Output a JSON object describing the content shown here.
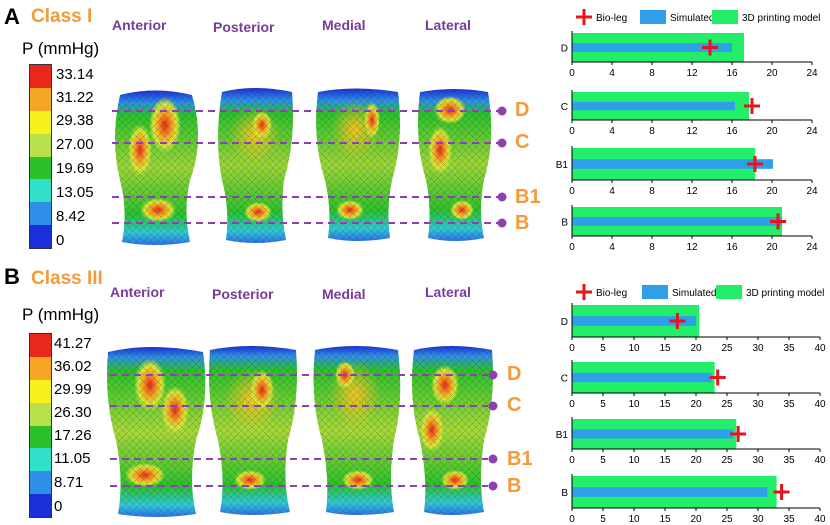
{
  "panels": [
    {
      "letter": "A",
      "class_title": "Class I",
      "views": [
        "Anterior",
        "Posterior",
        "Medial",
        "Lateral"
      ],
      "pressure_title": "P (mmHg)",
      "colorbar": {
        "labels": [
          "33.14",
          "31.22",
          "29.38",
          "27.00",
          "19.69",
          "13.05",
          "8.42",
          "0"
        ],
        "colors": [
          "#e8271d",
          "#f5a623",
          "#f7f01c",
          "#b8e04a",
          "#2cc02c",
          "#30e0c8",
          "#2f8fe8",
          "#1a2fd8"
        ]
      },
      "levels": [
        "D",
        "C",
        "B1",
        "B"
      ],
      "chart_data": {
        "type": "bar",
        "orientation": "horizontal",
        "categories": [
          "D",
          "C",
          "B1",
          "B"
        ],
        "legend": [
          "Bio-leg",
          "Simulated",
          "3D printing model"
        ],
        "legend_position": "top",
        "series": [
          {
            "name": "3D printing model",
            "color": "#22ee6a",
            "values": [
              17.2,
              17.7,
              18.3,
              21.0
            ]
          },
          {
            "name": "Simulated",
            "color": "#2e9fe8",
            "values": [
              16.0,
              16.3,
              20.1,
              21.0
            ]
          },
          {
            "name": "Bio-leg",
            "color": "#e8141c",
            "marker": "plus",
            "values": [
              13.8,
              18.0,
              18.3,
              20.6
            ]
          }
        ],
        "xlim": [
          0,
          24
        ],
        "xticks": [
          "0",
          "4",
          "8",
          "12",
          "16",
          "20",
          "24"
        ],
        "grid": false
      }
    },
    {
      "letter": "B",
      "class_title": "Class III",
      "views": [
        "Anterior",
        "Posterior",
        "Medial",
        "Lateral"
      ],
      "pressure_title": "P (mmHg)",
      "colorbar": {
        "labels": [
          "41.27",
          "36.02",
          "29.99",
          "26.30",
          "17.26",
          "11.05",
          "8.71",
          "0"
        ],
        "colors": [
          "#e8271d",
          "#f5a623",
          "#f7f01c",
          "#b8e04a",
          "#2cc02c",
          "#30e0c8",
          "#2f8fe8",
          "#1a2fd8"
        ]
      },
      "levels": [
        "D",
        "C",
        "B1",
        "B"
      ],
      "chart_data": {
        "type": "bar",
        "orientation": "horizontal",
        "categories": [
          "D",
          "C",
          "B1",
          "B"
        ],
        "legend": [
          "Bio-leg",
          "Simulated",
          "3D printing model"
        ],
        "legend_position": "top",
        "series": [
          {
            "name": "3D printing model",
            "color": "#22ee6a",
            "values": [
              20.5,
              23.0,
              26.5,
              33.0
            ]
          },
          {
            "name": "Simulated",
            "color": "#2e9fe8",
            "values": [
              20.0,
              22.5,
              26.0,
              31.5
            ]
          },
          {
            "name": "Bio-leg",
            "color": "#e8141c",
            "marker": "plus",
            "values": [
              17.0,
              23.5,
              26.8,
              33.8
            ]
          }
        ],
        "xlim": [
          0,
          40
        ],
        "xticks": [
          "0",
          "5",
          "10",
          "15",
          "20",
          "25",
          "30",
          "35",
          "40"
        ],
        "grid": false
      }
    }
  ]
}
